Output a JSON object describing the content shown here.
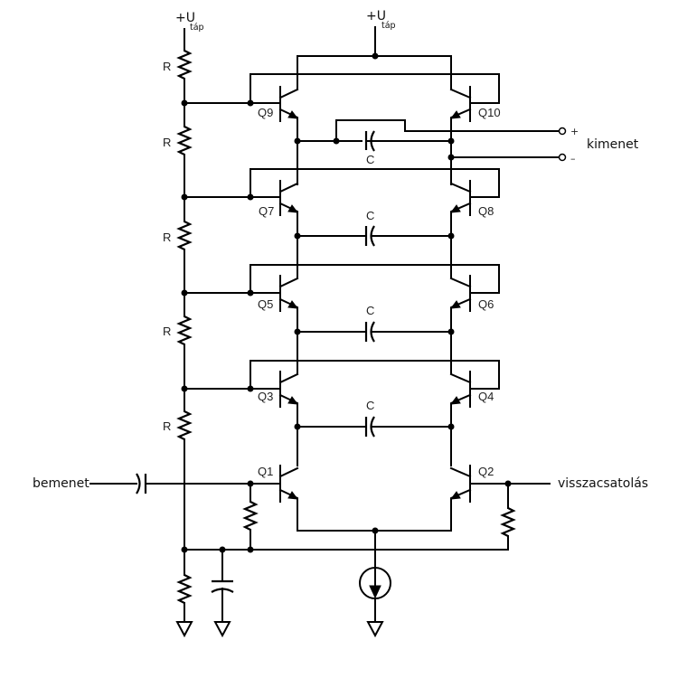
{
  "title": "Differential amplifier stage with cascoded transistor pairs",
  "supply": {
    "left": {
      "main": "+U",
      "sub": "táp"
    },
    "center": {
      "main": "+U",
      "sub": "táp"
    }
  },
  "resistor_label": "R",
  "capacitor_label": "C",
  "transistors": [
    "Q1",
    "Q2",
    "Q3",
    "Q4",
    "Q5",
    "Q6",
    "Q7",
    "Q8",
    "Q9",
    "Q10"
  ],
  "ports": {
    "input": "bemenet",
    "feedback": "visszacsatolás",
    "output": "kimenet",
    "output_plus": "+",
    "output_minus": "–"
  }
}
